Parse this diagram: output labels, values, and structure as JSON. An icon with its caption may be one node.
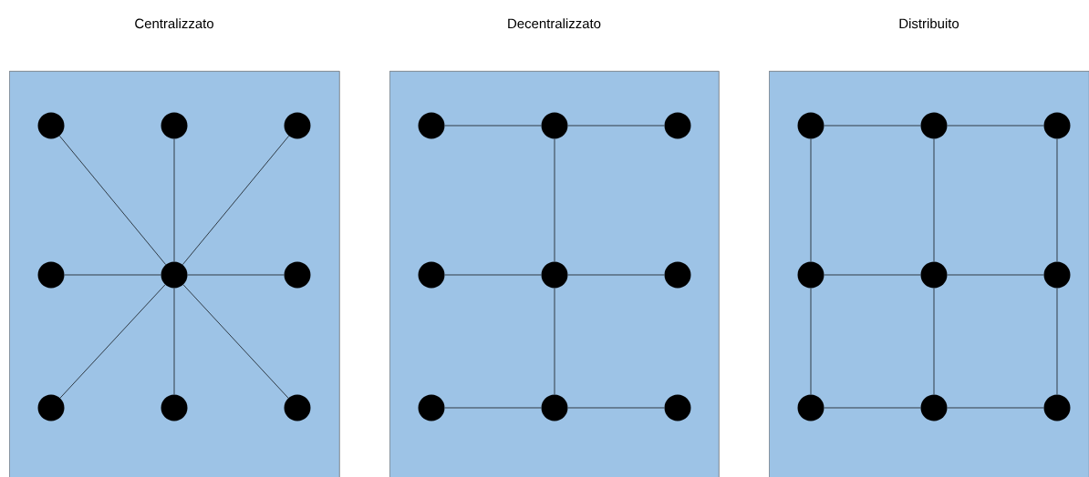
{
  "diagram": {
    "nodes": [
      {
        "text": [
          "Centralizzato"
        ]
      },
      {
        "text": [],
        "shape": "circle",
        "in": 0
      },
      {
        "text": [],
        "shape": "circle",
        "in": 0
      },
      {
        "text": [],
        "shape": "circle",
        "in": 0
      },
      {
        "text": [],
        "shape": "circle",
        "in": 0
      },
      {
        "text": [],
        "shape": "circle",
        "in": 0
      },
      {
        "text": [],
        "shape": "circle",
        "in": 0
      },
      {
        "text": [],
        "shape": "circle",
        "in": 0
      },
      {
        "text": [],
        "shape": "circle",
        "in": 0
      },
      {
        "text": [],
        "shape": "circle",
        "in": 0
      },
      {
        "text": [
          "Decentralizzato"
        ]
      },
      {
        "text": [],
        "shape": "circle",
        "in": 10
      },
      {
        "text": [],
        "shape": "circle",
        "in": 10
      },
      {
        "text": [],
        "shape": "circle",
        "in": 10
      },
      {
        "text": [],
        "shape": "circle",
        "in": 10
      },
      {
        "text": [],
        "shape": "circle",
        "in": 10
      },
      {
        "text": [],
        "shape": "circle",
        "in": 10
      },
      {
        "text": [],
        "shape": "circle",
        "in": 10
      },
      {
        "text": [],
        "shape": "circle",
        "in": 10
      },
      {
        "text": [],
        "shape": "circle",
        "in": 10
      },
      {
        "text": [
          "Distribuito"
        ]
      },
      {
        "text": [],
        "shape": "circle",
        "in": 20
      },
      {
        "text": [],
        "shape": "circle",
        "in": 20
      },
      {
        "text": [],
        "shape": "circle",
        "in": 20
      },
      {
        "text": [],
        "shape": "circle",
        "in": 20
      },
      {
        "text": [],
        "shape": "circle",
        "in": 20
      },
      {
        "text": [],
        "shape": "circle",
        "in": 20
      },
      {
        "text": [],
        "shape": "circle",
        "in": 20
      },
      {
        "text": [],
        "shape": "circle",
        "in": 20
      },
      {
        "text": [],
        "shape": "circle",
        "in": 20
      }
    ],
    "edges": [
      {
        "from": 5,
        "to": 1,
        "arrow": "none"
      },
      {
        "from": 5,
        "to": 2,
        "arrow": "none"
      },
      {
        "from": 5,
        "to": 3,
        "arrow": "none"
      },
      {
        "from": 5,
        "to": 4,
        "arrow": "none"
      },
      {
        "from": 5,
        "to": 6,
        "arrow": "none"
      },
      {
        "from": 5,
        "to": 7,
        "arrow": "none"
      },
      {
        "from": 5,
        "to": 8,
        "arrow": "none"
      },
      {
        "from": 5,
        "to": 9,
        "arrow": "none"
      },
      {
        "from": 11,
        "to": 12,
        "arrow": "none"
      },
      {
        "from": 12,
        "to": 13,
        "arrow": "none"
      },
      {
        "from": 12,
        "to": 15,
        "arrow": "none"
      },
      {
        "from": 14,
        "to": 15,
        "arrow": "none"
      },
      {
        "from": 15,
        "to": 16,
        "arrow": "none"
      },
      {
        "from": 15,
        "to": 18,
        "arrow": "none"
      },
      {
        "from": 17,
        "to": 18,
        "arrow": "none"
      },
      {
        "from": 18,
        "to": 19,
        "arrow": "none"
      },
      {
        "from": 21,
        "to": 22,
        "arrow": "none"
      },
      {
        "from": 22,
        "to": 23,
        "arrow": "none"
      },
      {
        "from": 24,
        "to": 25,
        "arrow": "none"
      },
      {
        "from": 25,
        "to": 26,
        "arrow": "none"
      },
      {
        "from": 27,
        "to": 28,
        "arrow": "none"
      },
      {
        "from": 28,
        "to": 29,
        "arrow": "none"
      },
      {
        "from": 21,
        "to": 24,
        "arrow": "none"
      },
      {
        "from": 24,
        "to": 27,
        "arrow": "none"
      },
      {
        "from": 22,
        "to": 25,
        "arrow": "none"
      },
      {
        "from": 25,
        "to": 28,
        "arrow": "none"
      },
      {
        "from": 23,
        "to": 26,
        "arrow": "none"
      },
      {
        "from": 26,
        "to": 29,
        "arrow": "none"
      }
    ]
  }
}
